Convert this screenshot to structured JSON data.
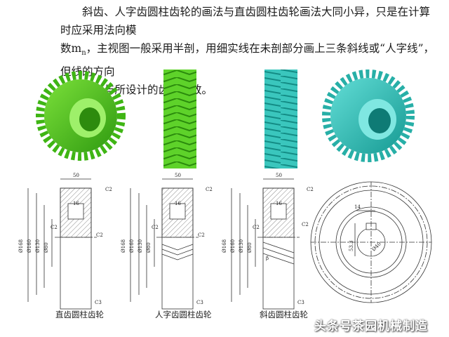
{
  "text": {
    "line1": "斜齿、人字齿圆柱齿轮的画法与直齿圆柱齿轮画法大同小异，只是在计算时应采用法向模",
    "line2_prefix": "数m",
    "line2_sub": "n",
    "line2_rest": "，主视图一般采用半剖，用细实线在未剖部分画上三条斜线或“人字线”，但线的方向",
    "line3": "及角度应与所设计的齿轮一致。"
  },
  "captions": {
    "spur": "直齿圆柱齿轮",
    "herringbone": "人字齿圆柱齿轮",
    "helical": "斜齿圆柱齿轮"
  },
  "dimensions": {
    "width": "50",
    "chamfer": "C2",
    "chamfer_bottom": "C3",
    "groove": "16",
    "d168": "Ø168",
    "d160": "Ø160",
    "d130": "Ø130",
    "d80": "Ø80",
    "helix_angle": "β",
    "keyway_width": "14",
    "keyway_depth": "53.3",
    "bore": "Ø40"
  },
  "watermark": "头条号茶园机械制造",
  "colors": {
    "green_gear": "#4fc81e",
    "cyan_gear": "#2fbfb6",
    "line": "#333333"
  }
}
